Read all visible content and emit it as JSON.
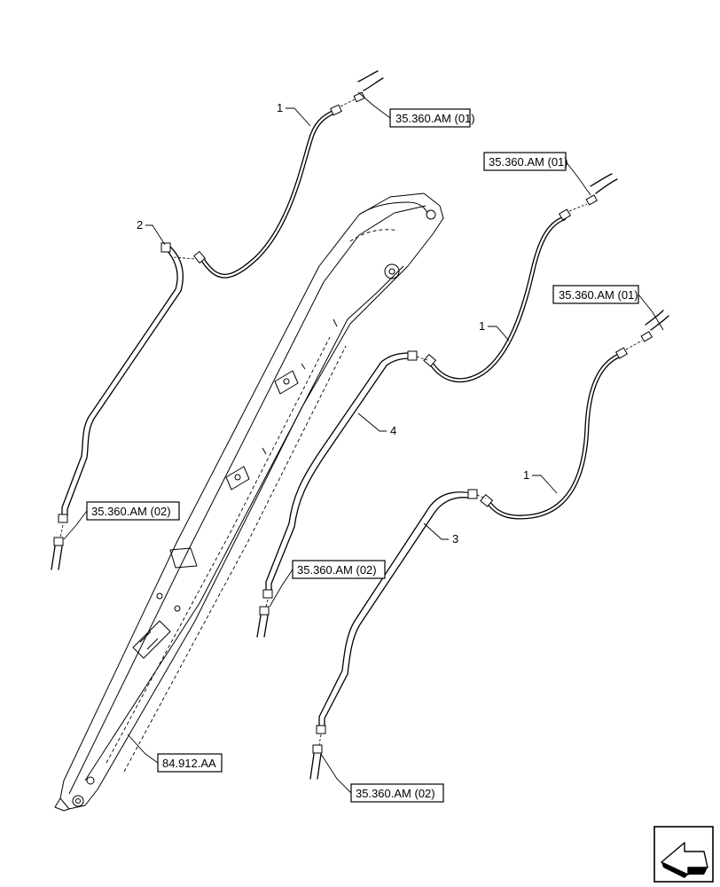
{
  "references": {
    "ref_a": "35.360.AM (01)",
    "ref_b": "35.360.AM (01)",
    "ref_c": "35.360.AM (01)",
    "ref_d": "35.360.AM (02)",
    "ref_e": "35.360.AM (02)",
    "ref_f": "35.360.AM (02)",
    "ref_g": "84.912.AA"
  },
  "item_numbers": {
    "hose_top": "1",
    "pipe_left": "2",
    "hose_middle": "1",
    "pipe_middle": "4",
    "hose_right": "1",
    "pipe_right": "3"
  },
  "icons": {
    "navigation": "next-page-arrow-icon"
  }
}
